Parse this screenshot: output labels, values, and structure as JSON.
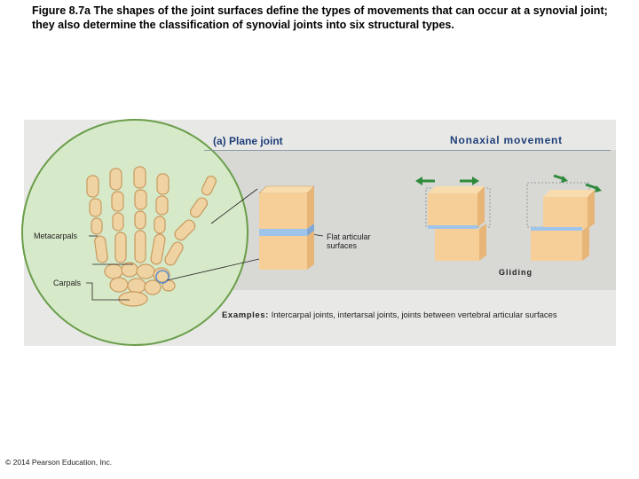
{
  "caption": "Figure 8.7a The shapes of the joint surfaces define the types of movements that can occur at a synovial joint; they also determine the classification of synovial joints into six structural types.",
  "panel": {
    "label": "(a) Plane joint",
    "movement": "Nonaxial movement",
    "labels": {
      "metacarpals": "Metacarpals",
      "carpals": "Carpals",
      "flat_surfaces": "Flat articular surfaces",
      "gliding": "Gliding"
    },
    "examples_label": "Examples:",
    "examples_text": "Intercarpal joints, intertarsal joints, joints between vertebral articular surfaces"
  },
  "copyright": "© 2014 Pearson Education, Inc.",
  "colors": {
    "bone": "#efd3a3",
    "bone_shadow": "#c99a5e",
    "block_face": "#f6cf98",
    "block_side": "#e6b577",
    "articular_surface": "#9fc4ec",
    "arrow_green": "#2f8a3c",
    "circle": "#d6e9c9",
    "circle_ring": "#6a9e4a"
  },
  "icons": [
    "hand-skeleton-illustration",
    "left-arrow-icon",
    "right-arrow-icon"
  ]
}
